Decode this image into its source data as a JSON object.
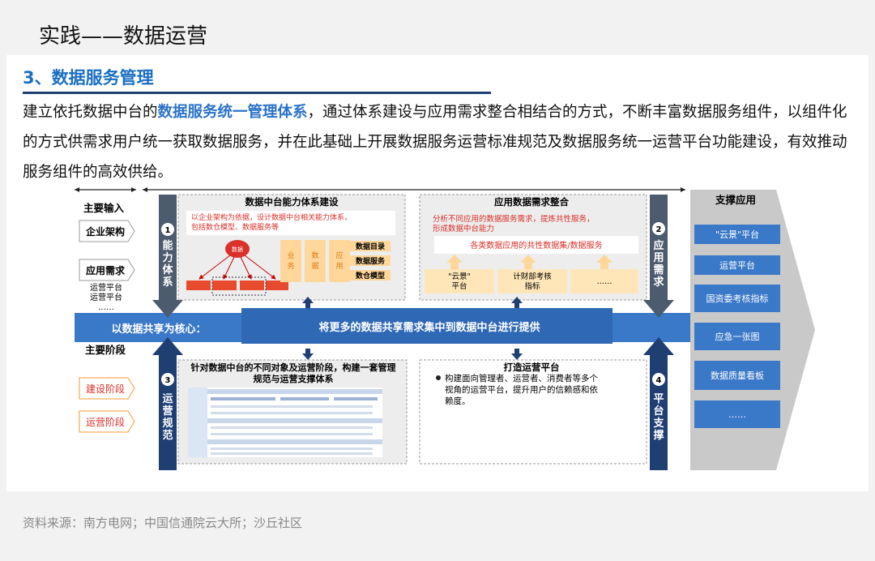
{
  "page_title": "实践——数据运营",
  "section_title": "3、数据服务管理",
  "paragraph": {
    "before": "建立依托数据中台的",
    "highlight": "数据服务统一管理体系",
    "after": "，通过体系建设与应用需求整合相结合的方式，不断丰富数据服务组件，以组件化的方式供需求用户统一获取数据服务，并在此基础上开展数据服务运营标准规范及数据服务统一运营平台功能建设，有效推动服务组件的高效供给。"
  },
  "diagram": {
    "left_header_inputs": "主要输入",
    "inputs": [
      "企业架构",
      "应用需求"
    ],
    "input_sub_lines": [
      "运营平台",
      "运营平台",
      "……"
    ],
    "left_header_stages": "主要阶段",
    "stages": [
      "建设阶段",
      "运营阶段"
    ],
    "pillars": [
      {
        "num": "1",
        "label": "能力体系"
      },
      {
        "num": "2",
        "label": "应用需求"
      },
      {
        "num": "3",
        "label": "运营规范"
      },
      {
        "num": "4",
        "label": "平台支撑"
      }
    ],
    "box1": {
      "title": "数据中台能力体系建设",
      "desc": "以企业架构为依据，设计数据中台相关能力体系，包括数仓模型、数据服务等",
      "center_node": "数据",
      "col_labels": [
        "业务",
        "数据",
        "应用"
      ],
      "right_labels": [
        "数据目录",
        "数据服务",
        "数仓模型"
      ]
    },
    "box2": {
      "title": "应用数据需求整合",
      "desc": "分析不同应用的数据服务需求，提炼共性服务，形成数据中台能力",
      "bar": "各类数据应用的共性数据集/数据服务",
      "items": [
        "\"云景\"平台",
        "计财部考核指标",
        "……"
      ]
    },
    "arrow": {
      "left": "以数据共享为核心：",
      "center": "将更多的数据共享需求集中到数据中台进行提供"
    },
    "box3": {
      "title": "针对数据中台的不同对象及运营阶段，构建一套管理规范与运营支撑体系"
    },
    "box4": {
      "title": "打造运营平台",
      "bullet": "构建面向管理者、运营者、消费者等多个视角的运营平台，提升用户的信赖感和依赖度。"
    },
    "right": {
      "header": "支撑应用",
      "items": [
        "\"云景\"平台",
        "运营平台",
        "国资委考核指标",
        "应急一张图",
        "数据质量看板",
        "……"
      ]
    }
  },
  "source": "资料来源：南方电网；中国信通院云大所；沙丘社区",
  "colors": {
    "navy": "#1f3f73",
    "blue": "#3a78c8",
    "accent": "#1a6fc2",
    "red": "#d9302a",
    "orange": "#f59a2c"
  }
}
